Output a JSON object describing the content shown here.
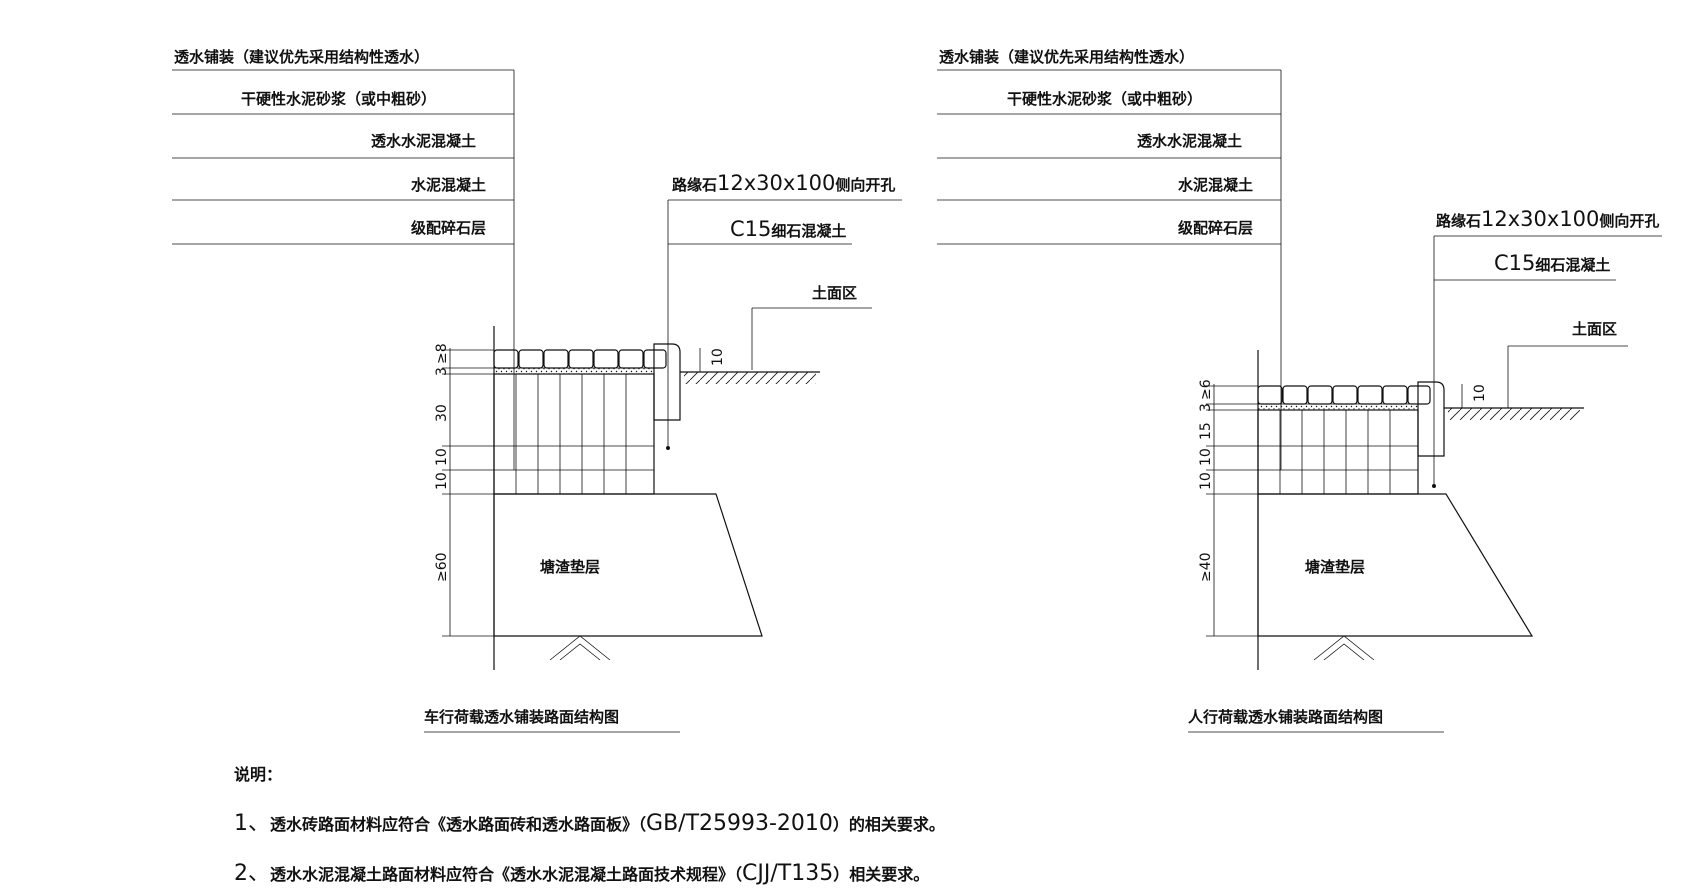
{
  "left": {
    "labels": [
      "透水铺装（建议优先采用结构性透水）",
      "干硬性水泥砂浆（或中粗砂）",
      "透水水泥混凝土",
      "水泥混凝土",
      "级配碎石层"
    ],
    "curb_prefix": "路缘石",
    "curb_size": "12x30x100",
    "curb_suffix": "侧向开孔",
    "c15": "C15",
    "c15_suffix": "细石混凝土",
    "soil": "土面区",
    "dims": [
      "3",
      "≥8",
      "30",
      "10",
      "10",
      "≥60"
    ],
    "dim_right": "10",
    "base": "塘渣垫层",
    "title": "车行荷载透水铺装路面结构图"
  },
  "right": {
    "labels": [
      "透水铺装（建议优先采用结构性透水）",
      "干硬性水泥砂浆（或中粗砂）",
      "透水水泥混凝土",
      "水泥混凝土",
      "级配碎石层"
    ],
    "curb_prefix": "路缘石",
    "curb_size": "12x30x100",
    "curb_suffix": "侧向开孔",
    "c15": "C15",
    "c15_suffix": "细石混凝土",
    "soil": "土面区",
    "dims": [
      "3",
      "≥6",
      "15",
      "10",
      "10",
      "≥40"
    ],
    "dim_right": "10",
    "base": "塘渣垫层",
    "title": "人行荷载透水铺装路面结构图"
  },
  "notes": {
    "heading": "说明：",
    "n1_num": "1、",
    "n1_a": "透水砖路面材料应符合《透水路面砖和透水路面板》（",
    "n1_code": "GB/T25993-2010",
    "n1_b": "）的相关要求。",
    "n2_num": "2、",
    "n2_a": "透水水泥混凝土路面材料应符合《透水水泥混凝土路面技术规程》（",
    "n2_code": "CJJ/T135",
    "n2_b": "）相关要求。"
  }
}
